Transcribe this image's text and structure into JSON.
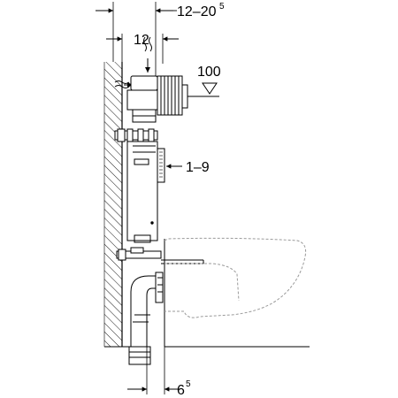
{
  "labels": {
    "top_width_main": "12–20",
    "top_width_sup": "5",
    "inner_width": "12",
    "height_mark": "100",
    "adjust_range": "1–9",
    "bottom_offset_main": "6",
    "bottom_offset_sup": "5"
  },
  "colors": {
    "line": "#000000",
    "background": "#ffffff",
    "light": "#9a9a9a"
  }
}
